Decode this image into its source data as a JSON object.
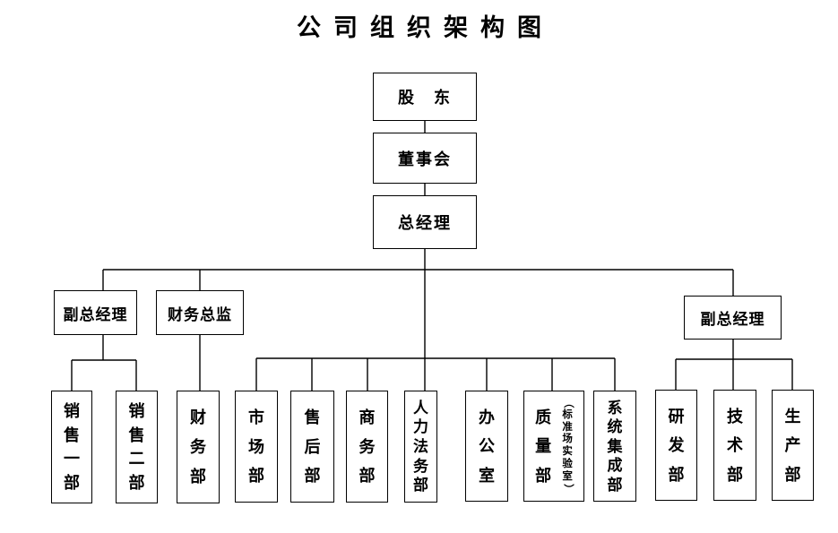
{
  "title": "公司组织架构图",
  "nodes": {
    "shareholders": "股　东",
    "board": "董事会",
    "general_manager": "总经理",
    "deputy_gm_left": "副总经理",
    "finance_director": "财务总监",
    "deputy_gm_right": "副总经理",
    "sales_dept_1": "销售一部",
    "sales_dept_2": "销售二部",
    "finance_dept": "财务部",
    "marketing_dept": "市场部",
    "aftersales_dept": "售后部",
    "commerce_dept": "商务部",
    "hr_legal_dept": "人力法务部",
    "office": "办公室",
    "quality_dept": "质量部",
    "quality_dept_note": "（标准场实验室）",
    "system_integration_dept": "系统集成部",
    "rnd_dept": "研发部",
    "technology_dept": "技术部",
    "production_dept": "生产部"
  },
  "hierarchy": {
    "股东": [
      "董事会"
    ],
    "董事会": [
      "总经理"
    ],
    "总经理": [
      "副总经理（左）",
      "财务总监",
      "市场部",
      "售后部",
      "商务部",
      "人力法务部",
      "办公室",
      "质量部（标准场实验室）",
      "系统集成部",
      "副总经理（右）"
    ],
    "副总经理（左）": [
      "销售一部",
      "销售二部"
    ],
    "财务总监": [
      "财务部"
    ],
    "副总经理（右）": [
      "研发部",
      "技术部",
      "生产部"
    ]
  }
}
